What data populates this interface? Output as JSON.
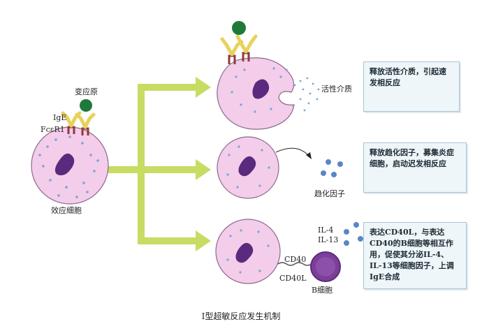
{
  "labels": {
    "allergen": "变应原",
    "ige": "IgE",
    "fcer1": "FcεR1",
    "effector_cell": "效应细胞",
    "active_mediators": "活性介质",
    "chemotactic_factors": "趋化因子",
    "il4": "IL-4",
    "il13": "IL-13",
    "cd40": "CD40",
    "cd40l": "CD40L",
    "b_cell": "B细胞"
  },
  "boxes": {
    "box1": "释放活性介质，引起速发相反应",
    "box2": "释放趋化因子，募集炎症细胞，启动迟发相反应",
    "box3": "表达CD40L，与表达CD40的B细胞等相互作用，促使其分泌IL-4、IL-13等细胞因子，上调IgE合成"
  },
  "caption": "Ⅰ型超敏反应发生机制",
  "colors": {
    "cell_fill": "#f3cdea",
    "cell_stroke": "#8a6a8a",
    "nucleus": "#5a2a7e",
    "granule": "#7aa3d8",
    "arrow": "#c7dc63",
    "receptor": "#8e3b3b",
    "antibody": "#e8d25a",
    "allergen": "#1f7a3a",
    "b_cell": "#7b3f98",
    "box_bg": "#eef6fa"
  }
}
